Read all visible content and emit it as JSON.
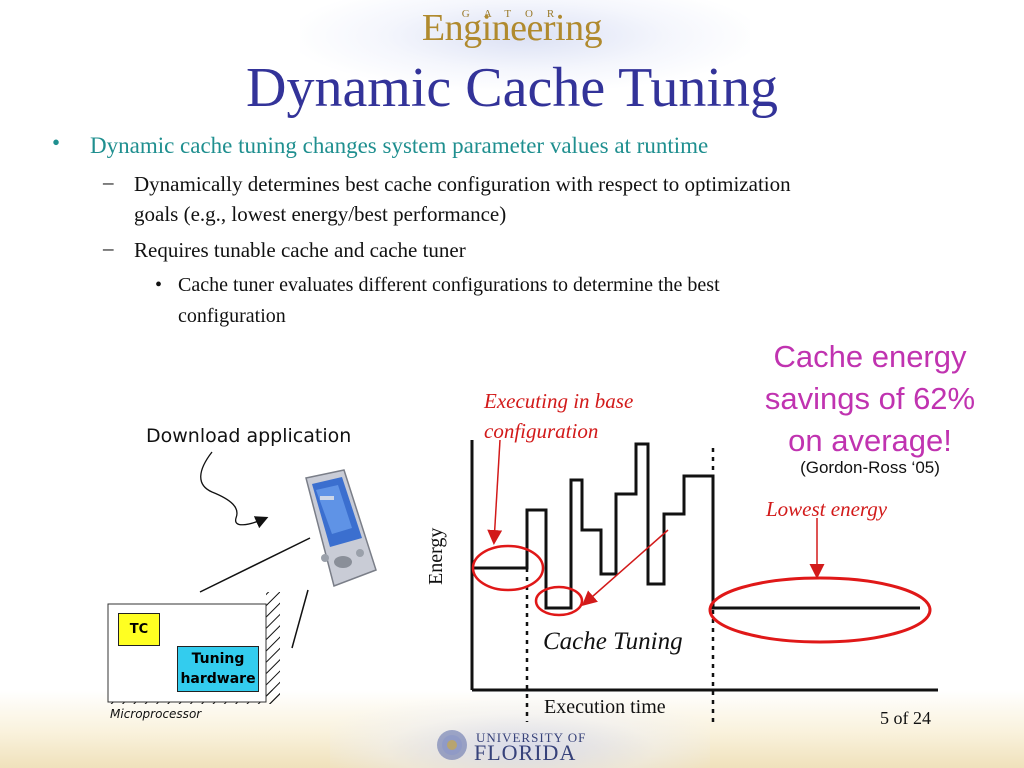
{
  "header": {
    "brand_super": "GATOR",
    "brand_name": "Engineering"
  },
  "slide": {
    "title": "Dynamic Cache Tuning",
    "bullets": {
      "level1": "Dynamic cache tuning changes system parameter values at runtime",
      "level2_a_line1": "Dynamically determines best cache configuration with respect to optimization",
      "level2_a_line2": "goals (e.g., lowest energy/best performance)",
      "level2_b": "Requires tunable cache and cache tuner",
      "level3_line1": "Cache tuner evaluates different configurations to determine the best",
      "level3_line2": "configuration"
    },
    "markers": {
      "bullet": "•",
      "dash": "–"
    }
  },
  "callout": {
    "savings_line1": "Cache energy",
    "savings_line2": "savings of 62%",
    "savings_line3": "on average!",
    "citation": "(Gordon-Ross ‘05)"
  },
  "diagram": {
    "download_label": "Download application",
    "tc_label": "TC",
    "tuning_line1": "Tuning",
    "tuning_line2": "hardware",
    "micro_label": "Microprocessor",
    "base_config_line1": "Executing in base",
    "base_config_line2": "configuration",
    "lowest_energy": "Lowest energy",
    "cache_tuning": "Cache Tuning",
    "x_axis_label": "Execution time",
    "y_axis_label": "Energy"
  },
  "footer": {
    "page_number": "5 of 24",
    "university_line1": "UNIVERSITY OF",
    "university_line2": "FLORIDA"
  },
  "colors": {
    "title": "#333399",
    "bullet_level1": "#1f8f8f",
    "savings": "#c033b0",
    "annotation_red": "#d21a1a",
    "tc_box": "#ffff22",
    "tuning_box": "#33ccee"
  },
  "icons": [
    "pda-device-icon",
    "university-seal-icon"
  ]
}
